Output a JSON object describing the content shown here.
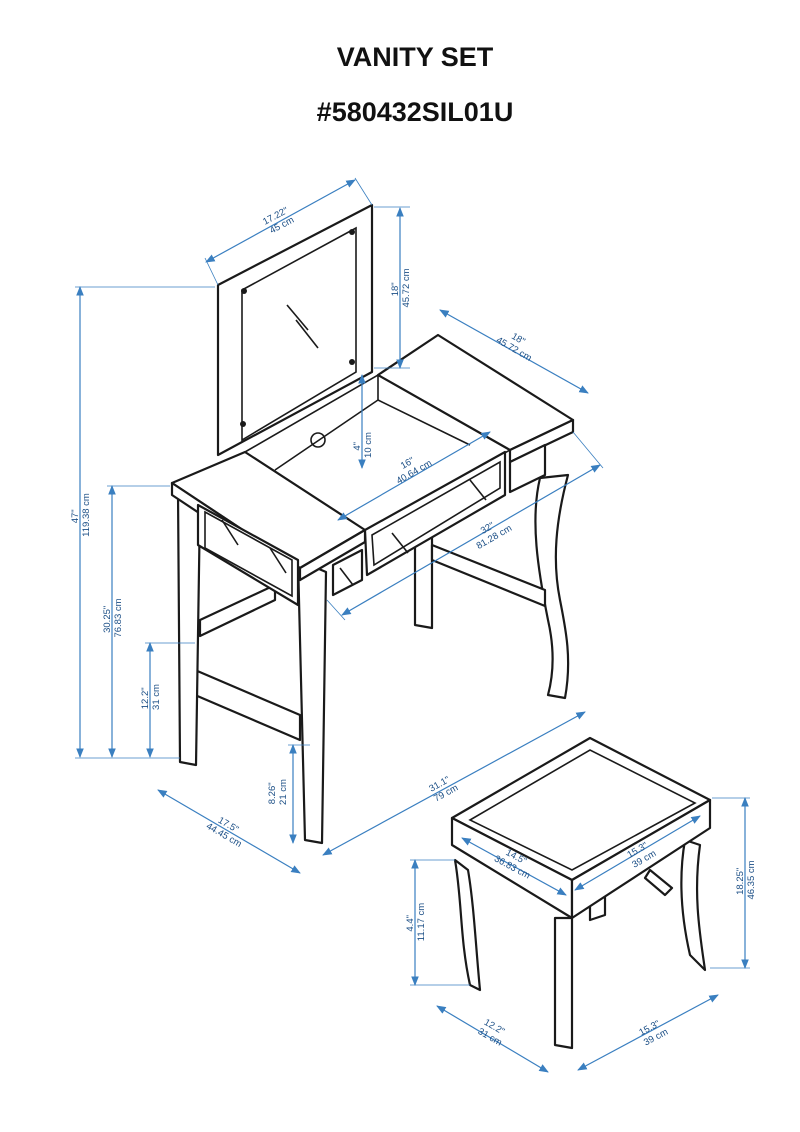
{
  "header": {
    "title": "VANITY SET",
    "model": "#580432SIL01U"
  },
  "colors": {
    "dimension": "#3a7fc0",
    "dimension_text": "#1c4f86",
    "outline": "#1a1a1a"
  },
  "dimensions": {
    "mirror_width": {
      "in": "17.22\"",
      "cm": "45 cm"
    },
    "mirror_height": {
      "in": "18\"",
      "cm": "45.72 cm"
    },
    "table_depth_top": {
      "in": "18\"",
      "cm": "45.72 cm"
    },
    "total_height": {
      "in": "47\"",
      "cm": "119.38 cm"
    },
    "table_height": {
      "in": "30.25\"",
      "cm": "76.83 cm"
    },
    "stretcher_height": {
      "in": "12.2\"",
      "cm": "31 cm"
    },
    "compartment_depth": {
      "in": "4\"",
      "cm": "10 cm"
    },
    "drawer_width": {
      "in": "16\"",
      "cm": "40.64 cm"
    },
    "table_width": {
      "in": "32\"",
      "cm": "81.28 cm"
    },
    "leg_height_mid": {
      "in": "8.26\"",
      "cm": "21 cm"
    },
    "table_depth": {
      "in": "17.5\"",
      "cm": "44.45 cm"
    },
    "table_width_bottom": {
      "in": "31.1\"",
      "cm": "79 cm"
    },
    "stool_top_width": {
      "in": "14.5\"",
      "cm": "36.83 cm"
    },
    "stool_top_depth": {
      "in": "15.3\"",
      "cm": "39 cm"
    },
    "stool_height": {
      "in": "18.25\"",
      "cm": "46.35 cm"
    },
    "stool_leg_inset": {
      "in": "4.4\"",
      "cm": "11.17 cm"
    },
    "stool_base_width": {
      "in": "12.2\"",
      "cm": "31 cm"
    },
    "stool_base_depth": {
      "in": "15.3\"",
      "cm": "39 cm"
    }
  }
}
